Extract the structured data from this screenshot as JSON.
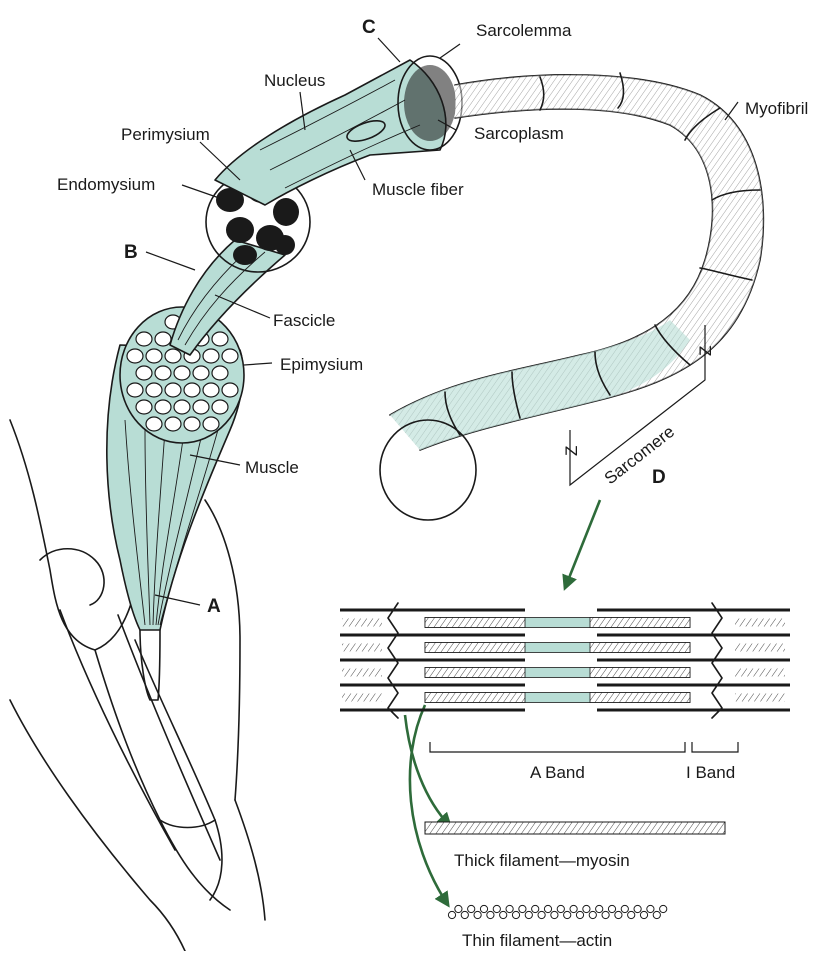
{
  "labels": {
    "c": "C",
    "sarcolemma": "Sarcolemma",
    "nucleus": "Nucleus",
    "myofibril": "Myofibril",
    "perimysium": "Perimysium",
    "sarcoplasm": "Sarcoplasm",
    "endomysium": "Endomysium",
    "muscle_fiber": "Muscle fiber",
    "b": "B",
    "fascicle": "Fascicle",
    "epimysium": "Epimysium",
    "muscle": "Muscle",
    "z_right": "Z",
    "z_left": "Z",
    "sarcomere": "Sarcomere",
    "d": "D",
    "a": "A",
    "a_band": "A Band",
    "i_band": "I Band",
    "thick_filament": "Thick filament—myosin",
    "thin_filament": "Thin filament—actin"
  },
  "colors": {
    "teal": "#b8ddd5",
    "ink": "#1a1a1a",
    "arrow_green": "#2e6b3a"
  }
}
